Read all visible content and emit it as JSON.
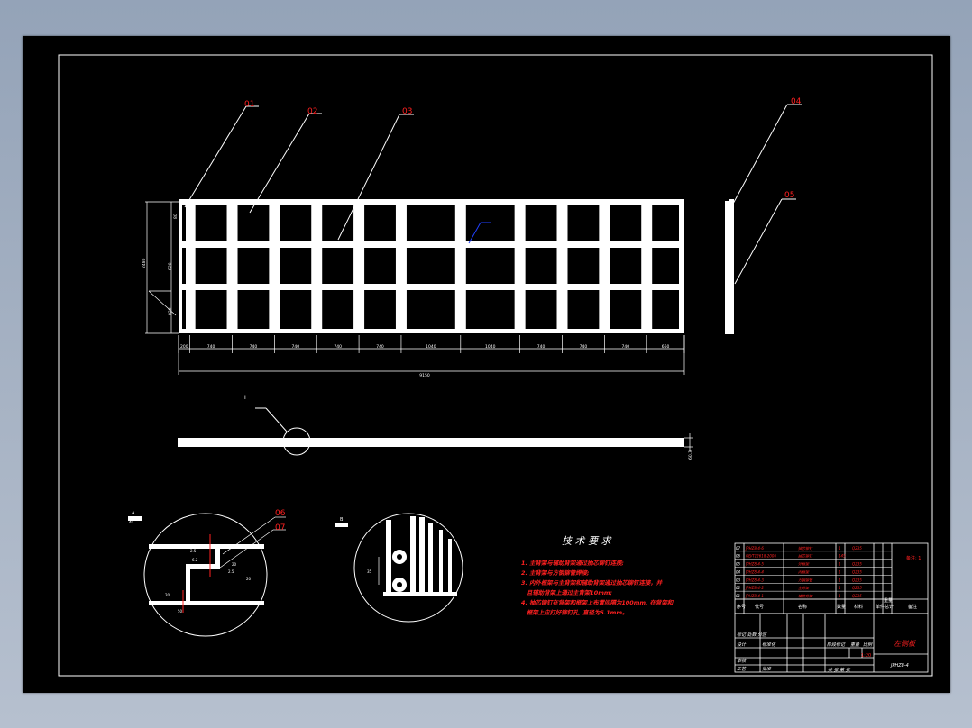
{
  "colors": {
    "background": "#9ba8ba",
    "canvas": "#000000",
    "line": "#ffffff",
    "leader_label": "#ff2020",
    "note_text": "#ff2020",
    "accent": "#0000ff"
  },
  "balloons": [
    "01",
    "02",
    "03",
    "04",
    "05",
    "06",
    "07"
  ],
  "dimensions": {
    "bottom_segments": [
      "200",
      "740",
      "740",
      "740",
      "740",
      "740",
      "1040",
      "1040",
      "740",
      "740",
      "740",
      "660"
    ],
    "overall_width": "9150",
    "overall_height": "2480",
    "left_rows": [
      "80",
      "820",
      "820"
    ],
    "small_labels": [
      "40",
      "2.5",
      "6.2",
      "2",
      "20",
      "20",
      "2.5",
      "20",
      "50",
      "35"
    ]
  },
  "views": {
    "section_marker_left": "A",
    "section_marker_right": "B",
    "detail_label": "I",
    "side_dim": "60.3"
  },
  "notes": {
    "title": "技 术 要 求",
    "lines": [
      "1. 主背架与辅助背架通过抽芯铆钉连接;",
      "2. 主背架与方钢铆管焊接;",
      "3. 内外框架与主背架和辅助背架通过抽芯铆钉连接，并",
      "且辅助背架上通过主背架10mm;",
      "4. 抽芯铆钉在背架和框架上布置间隔为100mm, 在背架和",
      "框架上应打好铆钉孔, 直径为5.1mm。"
    ]
  },
  "parts_list": {
    "rows": [
      {
        "no": "07",
        "code": "JPHZ8-4-6",
        "name": "抽芯铆钉",
        "qty": "1",
        "material": "Q235"
      },
      {
        "no": "06",
        "code": "GB/T12618-2006",
        "name": "抽芯铆钉",
        "qty": "145",
        "material": ""
      },
      {
        "no": "05",
        "code": "JPHZ8-4-5",
        "name": "外框架",
        "qty": "1",
        "material": "Q235"
      },
      {
        "no": "04",
        "code": "JPHZ8-4-4",
        "name": "内框架",
        "qty": "1",
        "material": "Q235"
      },
      {
        "no": "03",
        "code": "JPHZ8-4-3",
        "name": "方钢铆管",
        "qty": "1",
        "material": "Q235"
      },
      {
        "no": "02",
        "code": "JPHZ8-4-2",
        "name": "主背架",
        "qty": "1",
        "material": "Q235"
      },
      {
        "no": "01",
        "code": "JPHZ8-4-1",
        "name": "辅助背架",
        "qty": "1",
        "material": "Q235"
      }
    ],
    "header": [
      "序号",
      "代号",
      "名称",
      "数量",
      "材料",
      "单件",
      "总计",
      "备注"
    ],
    "side_note": "备注: 1",
    "weight_label": "重量"
  },
  "title_block": {
    "drawing_name": "左侧板",
    "drawing_no": "JPHZ8-4",
    "labels": [
      "标记 处数 分区",
      "设计",
      "标准化",
      "审核",
      "工艺",
      "阶段标记",
      "重量",
      "比例",
      "共 张 第 张",
      "批准"
    ],
    "scale": "1:20"
  }
}
